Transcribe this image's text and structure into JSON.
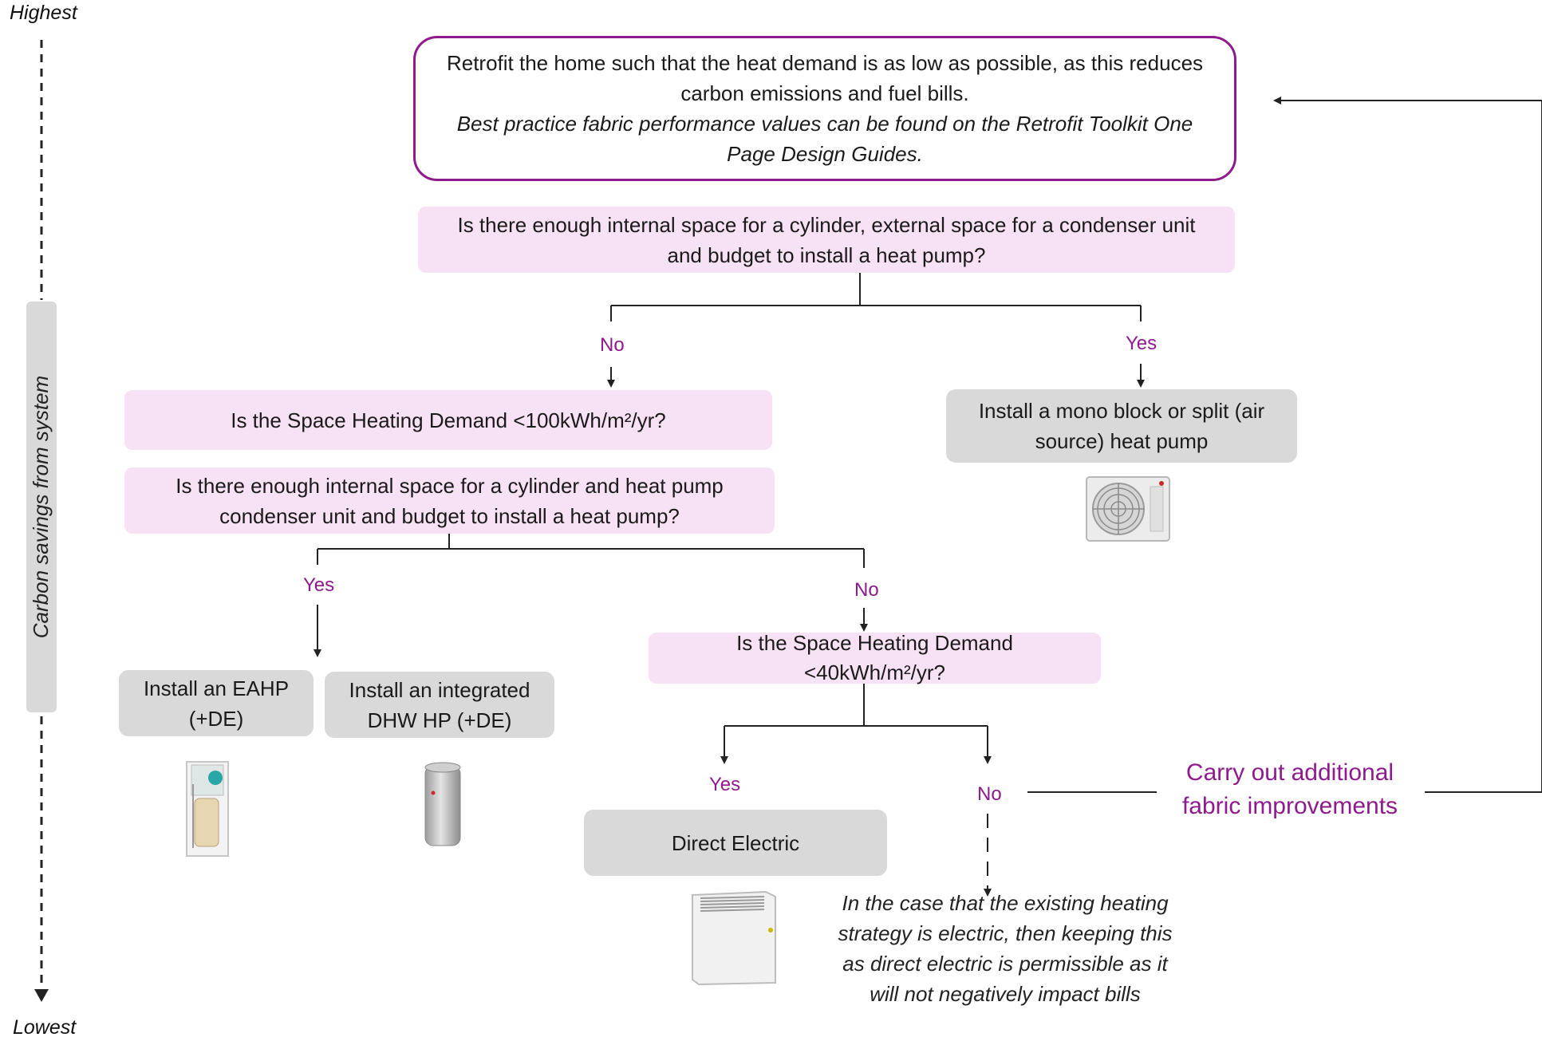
{
  "scale": {
    "top_label": "Highest",
    "bottom_label": "Lowest",
    "axis_label": "Carbon savings from system"
  },
  "boxes": {
    "retrofit": {
      "main": "Retrofit the home such that the heat demand is as low as possible, as this reduces carbon emissions and fuel bills.",
      "note": "Best practice fabric performance values can be found on the Retrofit Toolkit One Page Design Guides."
    },
    "q_space_budget": "Is there enough internal space for a cylinder, external space for a condenser unit and budget to install a heat pump?",
    "q_demand_100": "Is the Space Heating Demand <100kWh/m²/yr?",
    "q_cylinder_condenser": "Is there enough internal space for a cylinder and heat pump condenser unit and budget to install a heat pump?",
    "ans_air_source": "Install a mono block or split (air source) heat pump",
    "ans_eahp": "Install an EAHP (+DE)",
    "ans_dhw": "Install an integrated DHW HP (+DE)",
    "q_demand_40": "Is the Space Heating Demand <40kWh/m²/yr?",
    "ans_direct_electric": "Direct Electric",
    "fabric": "Carry out additional fabric improvements",
    "existing_note": "In the case that the existing heating strategy is electric, then keeping this as direct electric is permissible as it will not negatively impact bills"
  },
  "labels": {
    "no_1": "No",
    "yes_1": "Yes",
    "yes_2": "Yes",
    "no_2": "No",
    "yes_3": "Yes",
    "no_3": "No"
  },
  "icons": {
    "outdoor_unit": "heat-pump-outdoor-unit-icon",
    "eahp": "eahp-unit-icon",
    "cylinder": "hot-water-cylinder-icon",
    "heater": "electric-panel-heater-icon"
  },
  "colors": {
    "accent": "#8e1a8e",
    "pink_box": "#f7e1f4",
    "grey_box": "#d9d9d9"
  }
}
